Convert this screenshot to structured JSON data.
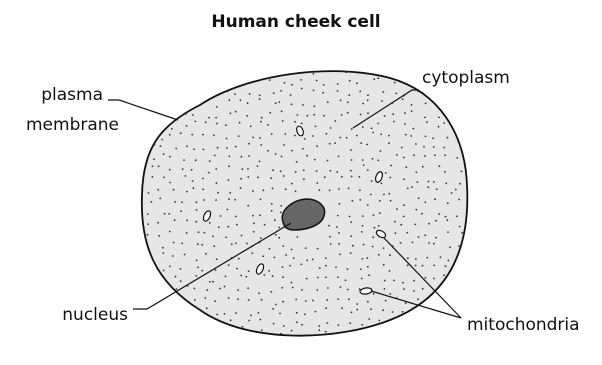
{
  "title": "Human cheek cell",
  "labels": {
    "plasma_membrane_line1": "plasma",
    "plasma_membrane_line2": "membrane",
    "cytoplasm": "cytoplasm",
    "nucleus": "nucleus",
    "mitochondria": "mitochondria"
  },
  "colors": {
    "cytoplasm_fill": "#e6e6e6",
    "nucleus_fill": "#666666",
    "outline": "#111111",
    "granule": "#333333"
  }
}
